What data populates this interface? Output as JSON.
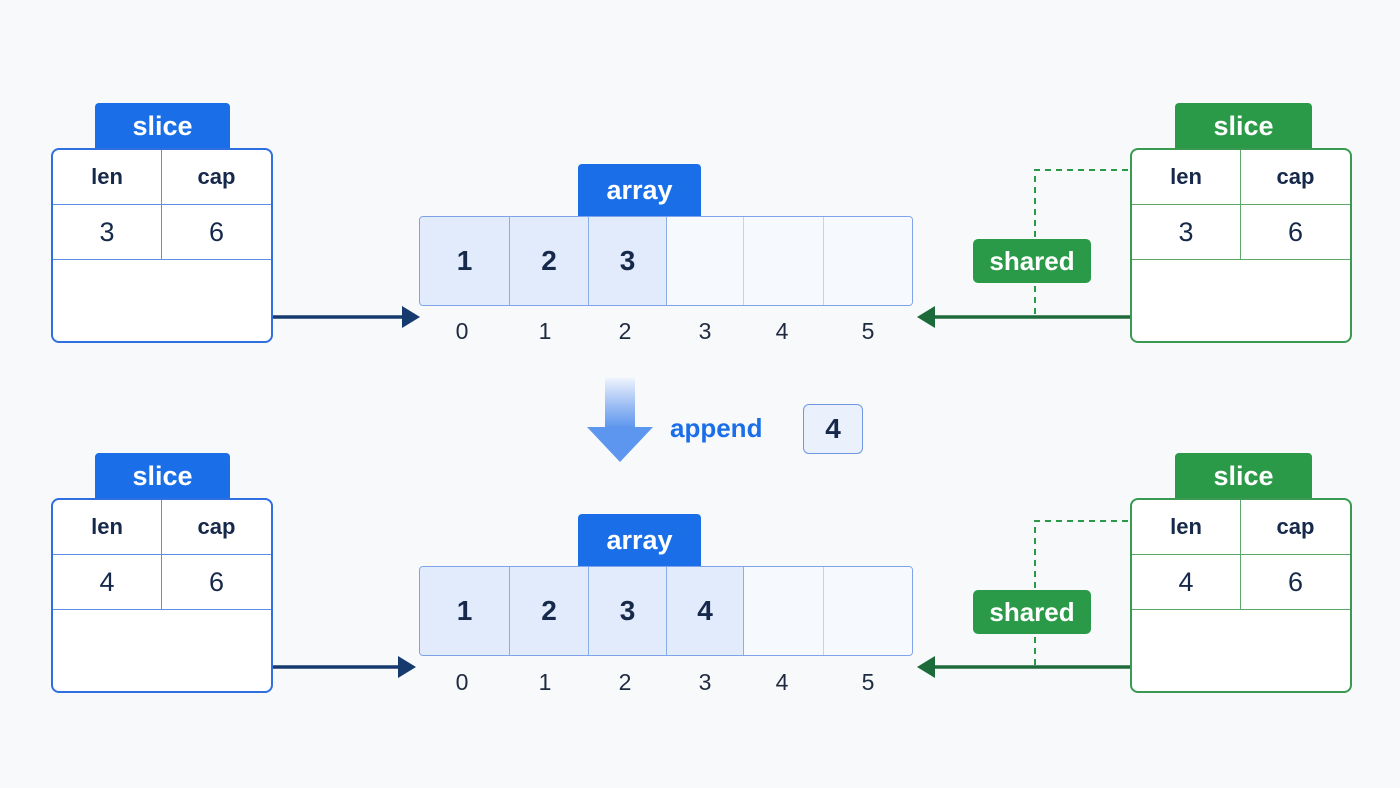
{
  "top": {
    "left_slice": {
      "title": "slice",
      "len_label": "len",
      "cap_label": "cap",
      "len": "3",
      "cap": "6"
    },
    "array": {
      "title": "array",
      "cells": [
        "1",
        "2",
        "3",
        "",
        "",
        ""
      ],
      "indices": [
        "0",
        "1",
        "2",
        "3",
        "4",
        "5"
      ]
    },
    "right_slice": {
      "title": "slice",
      "len_label": "len",
      "cap_label": "cap",
      "len": "3",
      "cap": "6"
    },
    "shared_label": "shared"
  },
  "operation": {
    "label": "append",
    "value": "4"
  },
  "bottom": {
    "left_slice": {
      "title": "slice",
      "len_label": "len",
      "cap_label": "cap",
      "len": "4",
      "cap": "6"
    },
    "array": {
      "title": "array",
      "cells": [
        "1",
        "2",
        "3",
        "4",
        "",
        ""
      ],
      "indices": [
        "0",
        "1",
        "2",
        "3",
        "4",
        "5"
      ]
    },
    "right_slice": {
      "title": "slice",
      "len_label": "len",
      "cap_label": "cap",
      "len": "4",
      "cap": "6"
    },
    "shared_label": "shared"
  },
  "colors": {
    "blue": "#1a6fe8",
    "green": "#2a9a48",
    "navy_arrow": "#173a6e",
    "green_arrow": "#1d6b3a"
  }
}
